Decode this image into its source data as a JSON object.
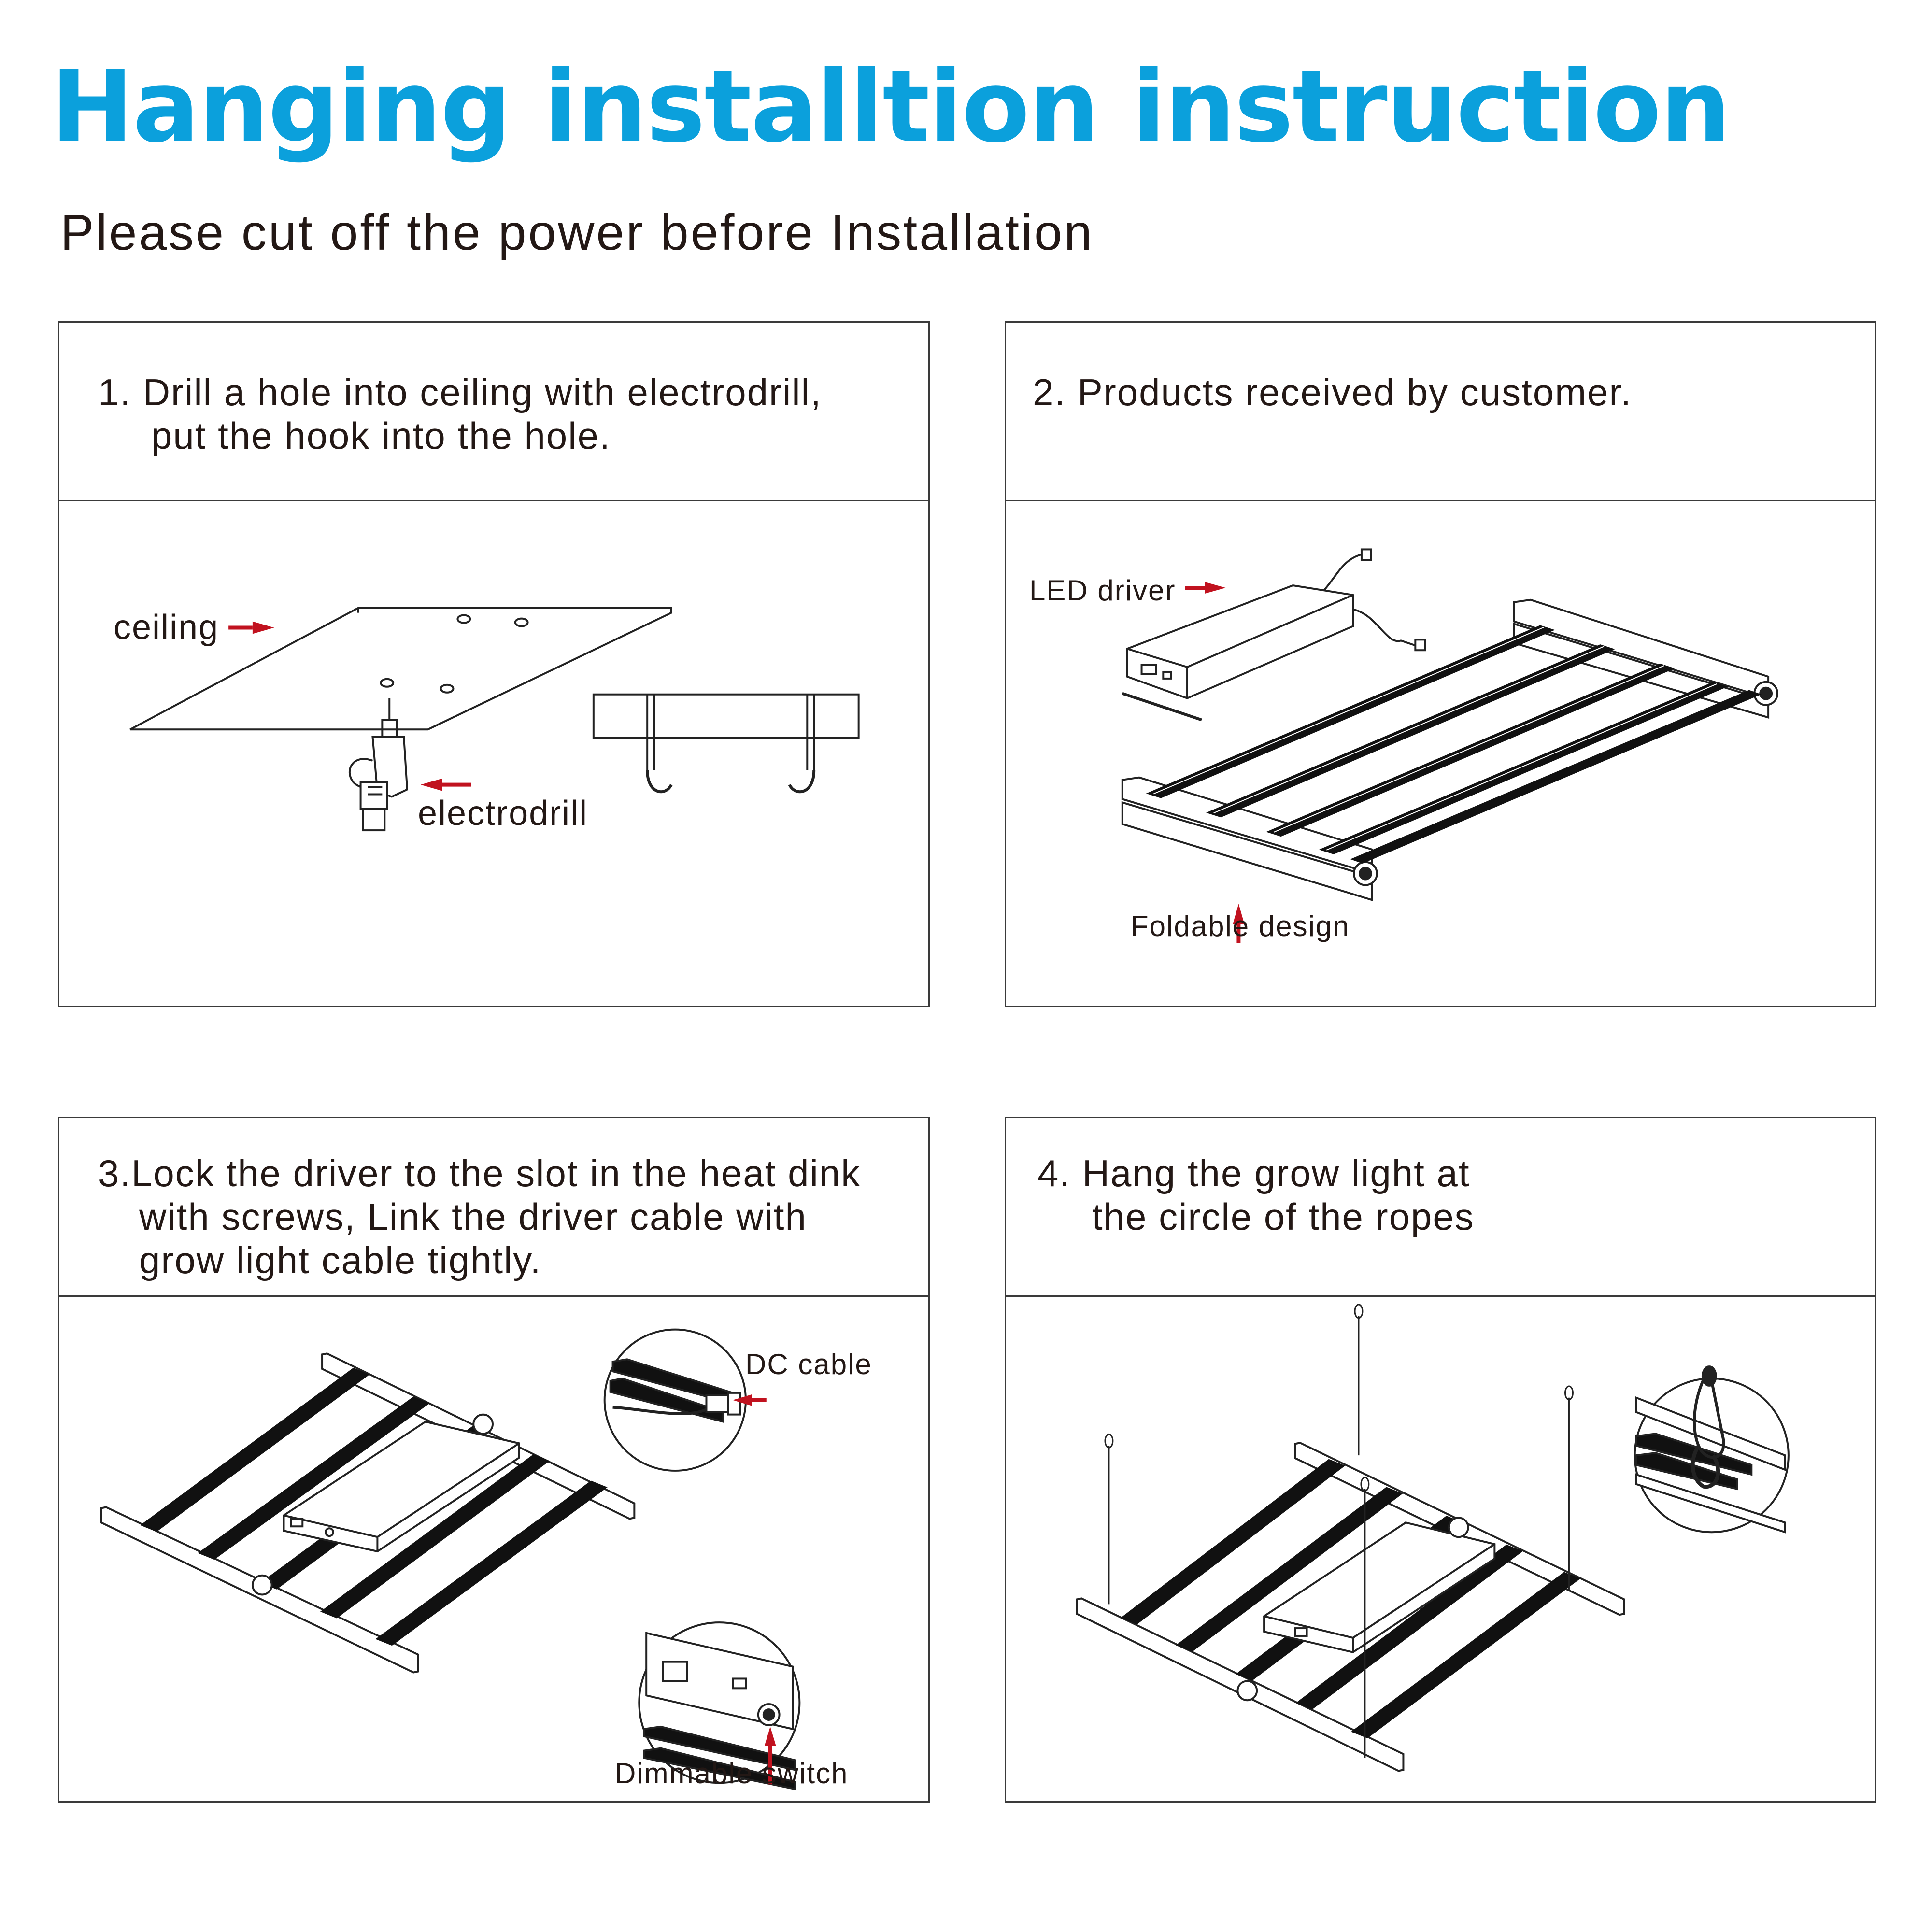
{
  "header": {
    "title": "Hanging installtion instruction",
    "subtitle": "Please cut off the power before Installation"
  },
  "colors": {
    "title": "#0ba0dc",
    "arrow": "#c1121f",
    "text": "#231815"
  },
  "steps": [
    {
      "lines": [
        "1. Drill a hole into ceiling with electrodrill,",
        "put the hook into the hole."
      ],
      "labels": {
        "ceiling": "ceiling",
        "electrodrill": "electrodrill"
      }
    },
    {
      "lines": [
        "2. Products received by customer."
      ],
      "labels": {
        "driver": "LED driver",
        "foldable": "Foldable design"
      }
    },
    {
      "lines": [
        "3.Lock the driver to the slot in the heat dink",
        "with screws, Link the driver cable with",
        "grow light cable tightly."
      ],
      "labels": {
        "dc": "DC cable",
        "switch": "Dimmable switch"
      }
    },
    {
      "lines": [
        "4. Hang the grow light at",
        "the circle of the ropes"
      ]
    }
  ]
}
